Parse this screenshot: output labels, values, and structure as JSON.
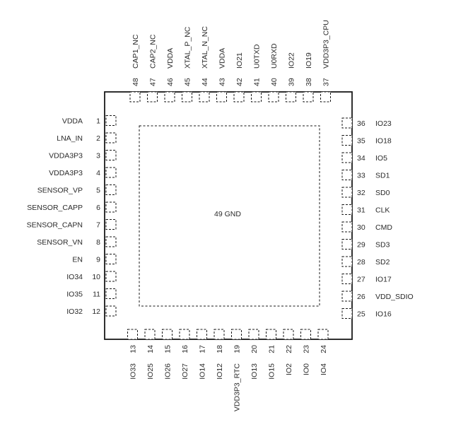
{
  "package": {
    "center_label": "49 GND"
  },
  "pins": {
    "left": [
      {
        "num": "1",
        "name": "VDDA"
      },
      {
        "num": "2",
        "name": "LNA_IN"
      },
      {
        "num": "3",
        "name": "VDDA3P3"
      },
      {
        "num": "4",
        "name": "VDDA3P3"
      },
      {
        "num": "5",
        "name": "SENSOR_VP"
      },
      {
        "num": "6",
        "name": "SENSOR_CAPP"
      },
      {
        "num": "7",
        "name": "SENSOR_CAPN"
      },
      {
        "num": "8",
        "name": "SENSOR_VN"
      },
      {
        "num": "9",
        "name": "EN"
      },
      {
        "num": "10",
        "name": "IO34"
      },
      {
        "num": "11",
        "name": "IO35"
      },
      {
        "num": "12",
        "name": "IO32"
      }
    ],
    "bottom": [
      {
        "num": "13",
        "name": "IO33"
      },
      {
        "num": "14",
        "name": "IO25"
      },
      {
        "num": "15",
        "name": "IO26"
      },
      {
        "num": "16",
        "name": "IO27"
      },
      {
        "num": "17",
        "name": "IO14"
      },
      {
        "num": "18",
        "name": "IO12"
      },
      {
        "num": "19",
        "name": "VDD3P3_RTC"
      },
      {
        "num": "20",
        "name": "IO13"
      },
      {
        "num": "21",
        "name": "IO15"
      },
      {
        "num": "22",
        "name": "IO2"
      },
      {
        "num": "23",
        "name": "IO0"
      },
      {
        "num": "24",
        "name": "IO4"
      }
    ],
    "right": [
      {
        "num": "25",
        "name": "IO16"
      },
      {
        "num": "26",
        "name": "VDD_SDIO"
      },
      {
        "num": "27",
        "name": "IO17"
      },
      {
        "num": "28",
        "name": "SD2"
      },
      {
        "num": "29",
        "name": "SD3"
      },
      {
        "num": "30",
        "name": "CMD"
      },
      {
        "num": "31",
        "name": "CLK"
      },
      {
        "num": "32",
        "name": "SD0"
      },
      {
        "num": "33",
        "name": "SD1"
      },
      {
        "num": "34",
        "name": "IO5"
      },
      {
        "num": "35",
        "name": "IO18"
      },
      {
        "num": "36",
        "name": "IO23"
      }
    ],
    "top": [
      {
        "num": "37",
        "name": "VDD3P3_CPU"
      },
      {
        "num": "38",
        "name": "IO19"
      },
      {
        "num": "39",
        "name": "IO22"
      },
      {
        "num": "40",
        "name": "U0RXD"
      },
      {
        "num": "41",
        "name": "U0TXD"
      },
      {
        "num": "42",
        "name": "IO21"
      },
      {
        "num": "43",
        "name": "VDDA"
      },
      {
        "num": "44",
        "name": "XTAL_N_NC"
      },
      {
        "num": "45",
        "name": "XTAL_P_NC"
      },
      {
        "num": "46",
        "name": "VDDA"
      },
      {
        "num": "47",
        "name": "CAP2_NC"
      },
      {
        "num": "48",
        "name": "CAP1_NC"
      }
    ]
  }
}
